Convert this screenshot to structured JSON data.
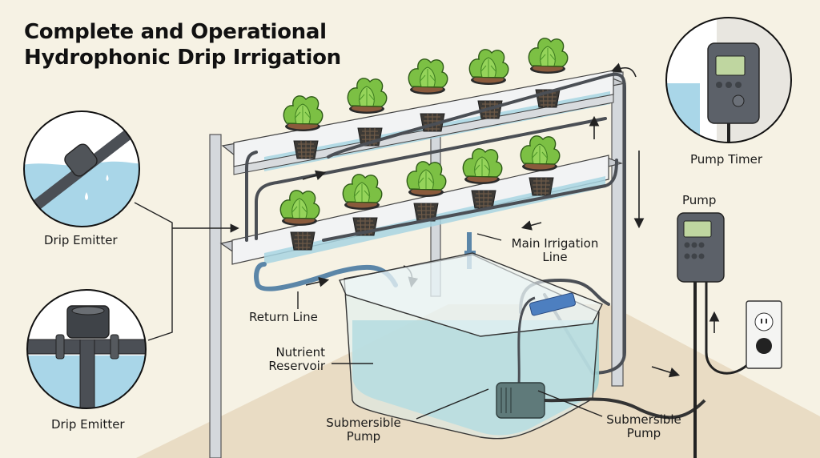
{
  "title": {
    "line1": "Complete and Operational",
    "line2": "Hydrophonic Drip Irrigation"
  },
  "labels": {
    "drip_emitter_top": "Drip Emitter",
    "drip_emitter_bottom": "Drip Emitter",
    "pump_timer": "Pump Timer",
    "pump": "Pump",
    "main_irrigation_line_1": "Main Irrigation",
    "main_irrigation_line_2": "Line",
    "return_line": "Return Line",
    "nutrient_reservoir_1": "Nutrient",
    "nutrient_reservoir_2": "Reservoir",
    "submersible_pump_left_1": "Submersible",
    "submersible_pump_left_2": "Pump",
    "submersible_pump_right_1": "Submersible",
    "submersible_pump_right_2": "Pump"
  },
  "components": {
    "top_channel_plants": 5,
    "bottom_channel_plants": 5,
    "icons": [
      "lettuce-plant-icon",
      "net-pot-icon",
      "drip-emitter-icon",
      "tee-valve-icon",
      "timer-icon",
      "pump-controller-icon",
      "wall-outlet-icon",
      "submersible-pump-icon",
      "flow-arrow-icon"
    ]
  },
  "colors": {
    "background": "#f6f2e4",
    "floor": "#e9dcc4",
    "water": "#a8d5e2",
    "reservoir_water": "#9fd0d3",
    "tubing": "#4b4f55",
    "return_tube": "#5b86a8",
    "lettuce": "#7cc044",
    "lettuce_dark": "#4e9a2a",
    "frame": "#c8ccd0",
    "device": "#5c6169",
    "lcd": "#bfd6a0"
  }
}
